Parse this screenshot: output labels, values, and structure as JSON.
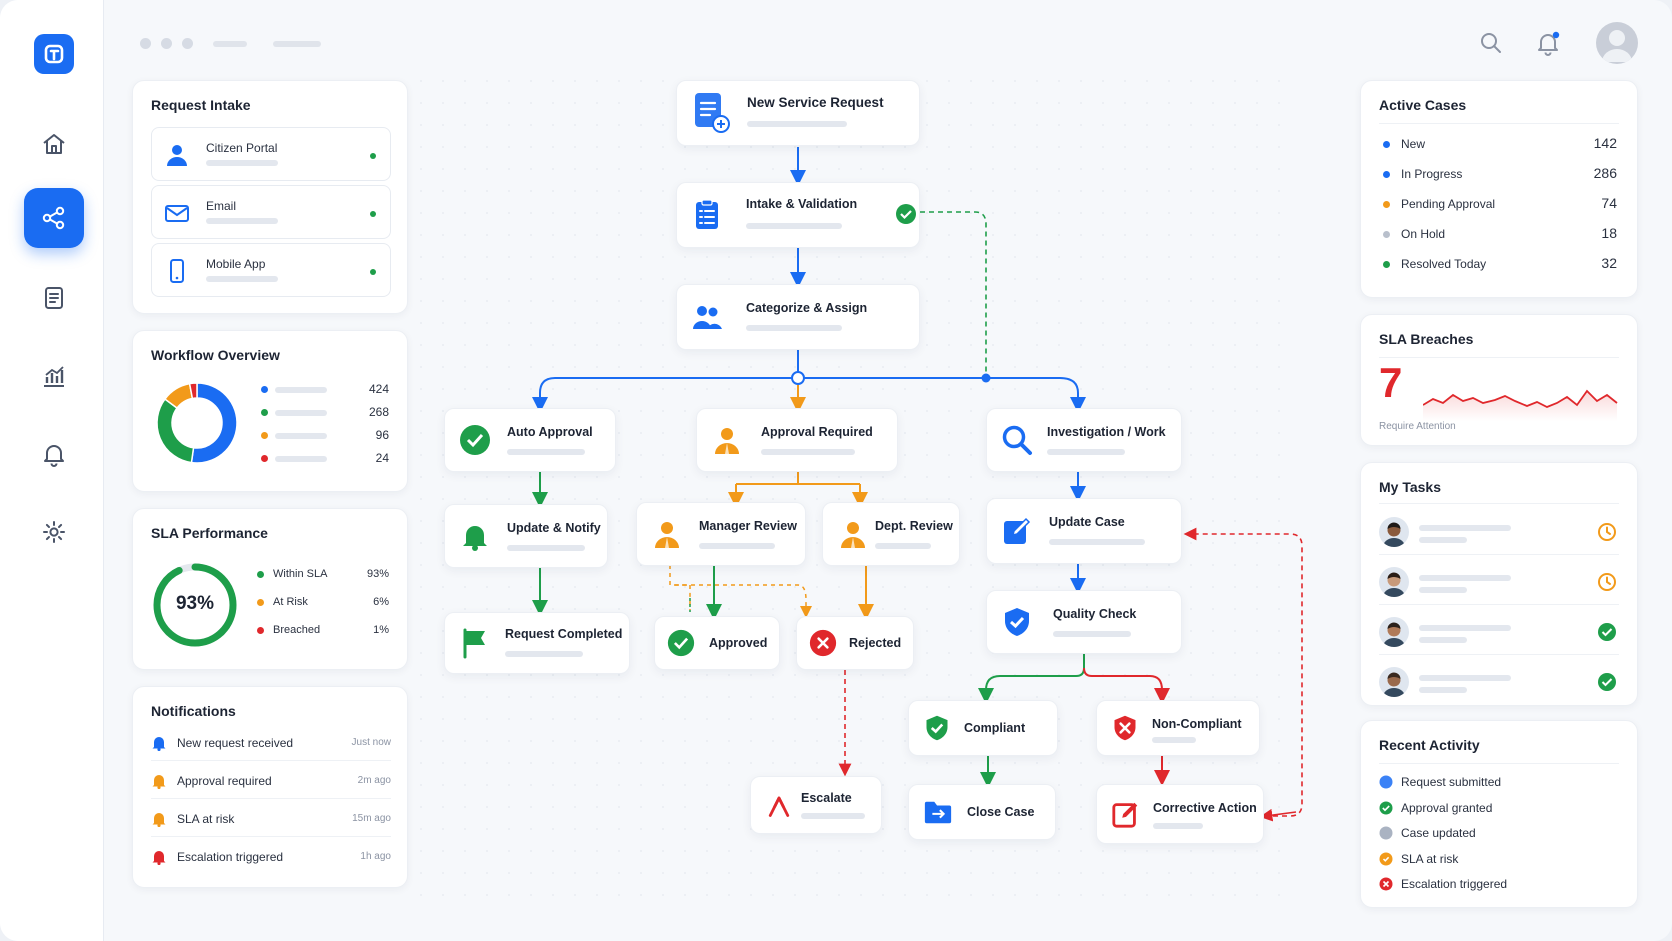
{
  "colors": {
    "primary": "#1a6cf2",
    "green": "#1e9e4a",
    "orange": "#f29a1a",
    "red": "#e0282c",
    "gray": "#b9c0cc"
  },
  "sidebar": {
    "items": [
      {
        "icon": "home-icon",
        "active": false
      },
      {
        "icon": "workflow-icon",
        "active": true
      },
      {
        "icon": "document-icon",
        "active": false
      },
      {
        "icon": "analytics-icon",
        "active": false
      },
      {
        "icon": "bell-icon",
        "active": false
      },
      {
        "icon": "gear-icon",
        "active": false
      }
    ]
  },
  "request_intake": {
    "title": "Request Intake",
    "items": [
      {
        "label": "Citizen Portal",
        "icon": "user-icon"
      },
      {
        "label": "Email",
        "icon": "mail-icon"
      },
      {
        "label": "Mobile App",
        "icon": "phone-icon"
      }
    ]
  },
  "workflow_overview": {
    "title": "Workflow Overview",
    "rows": [
      {
        "value": "424",
        "color": "#1a6cf2"
      },
      {
        "value": "268",
        "color": "#1e9e4a"
      },
      {
        "value": "96",
        "color": "#f29a1a"
      },
      {
        "value": "24",
        "color": "#e0282c"
      }
    ]
  },
  "sla_performance": {
    "title": "SLA Performance",
    "percent_label": "93%",
    "percent": 93,
    "rows": [
      {
        "label": "Within SLA",
        "value": "93%",
        "color": "#1e9e4a"
      },
      {
        "label": "At Risk",
        "value": "6%",
        "color": "#f29a1a"
      },
      {
        "label": "Breached",
        "value": "1%",
        "color": "#e0282c"
      }
    ]
  },
  "notifications": {
    "title": "Notifications",
    "items": [
      {
        "text": "New request received",
        "time": "Just now",
        "color": "#1a6cf2"
      },
      {
        "text": "Approval required",
        "time": "2m ago",
        "color": "#f29a1a"
      },
      {
        "text": "SLA at risk",
        "time": "15m ago",
        "color": "#f29a1a"
      },
      {
        "text": "Escalation triggered",
        "time": "1h ago",
        "color": "#e0282c"
      }
    ]
  },
  "flow": {
    "new_request": "New Service Request",
    "intake_validation": "Intake & Validation",
    "categorize_assign": "Categorize & Assign",
    "auto_approval": "Auto Approval",
    "approval_required": "Approval Required",
    "investigation": "Investigation / Work",
    "update_notify": "Update & Notify",
    "manager_review": "Manager Review",
    "dept_review": "Dept. Review",
    "update_case": "Update Case",
    "request_completed": "Request Completed",
    "approved": "Approved",
    "rejected": "Rejected",
    "quality_check": "Quality Check",
    "compliant": "Compliant",
    "non_compliant": "Non-Compliant",
    "escalate": "Escalate",
    "close_case": "Close Case",
    "corrective_action": "Corrective Action"
  },
  "active_cases": {
    "title": "Active Cases",
    "rows": [
      {
        "label": "New",
        "value": "142",
        "color": "#1a6cf2"
      },
      {
        "label": "In Progress",
        "value": "286",
        "color": "#1a6cf2"
      },
      {
        "label": "Pending Approval",
        "value": "74",
        "color": "#f29a1a"
      },
      {
        "label": "On Hold",
        "value": "18",
        "color": "#b9c0cc"
      },
      {
        "label": "Resolved Today",
        "value": "32",
        "color": "#1e9e4a"
      }
    ]
  },
  "sla_breaches": {
    "title": "SLA Breaches",
    "value": "7",
    "caption": "Require Attention"
  },
  "my_tasks": {
    "title": "My Tasks",
    "items": [
      {
        "status": "clock-icon"
      },
      {
        "status": "clock-icon"
      },
      {
        "status": "check-icon"
      },
      {
        "status": "check-icon"
      }
    ]
  },
  "recent_activity": {
    "title": "Recent Activity",
    "items": [
      {
        "text": "Request submitted",
        "color": "#3b82f6"
      },
      {
        "text": "Approval granted",
        "color": "#1e9e4a"
      },
      {
        "text": "Case updated",
        "color": "#aab3c2"
      },
      {
        "text": "SLA at risk",
        "color": "#f29a1a"
      },
      {
        "text": "Escalation triggered",
        "color": "#e0282c"
      }
    ]
  }
}
